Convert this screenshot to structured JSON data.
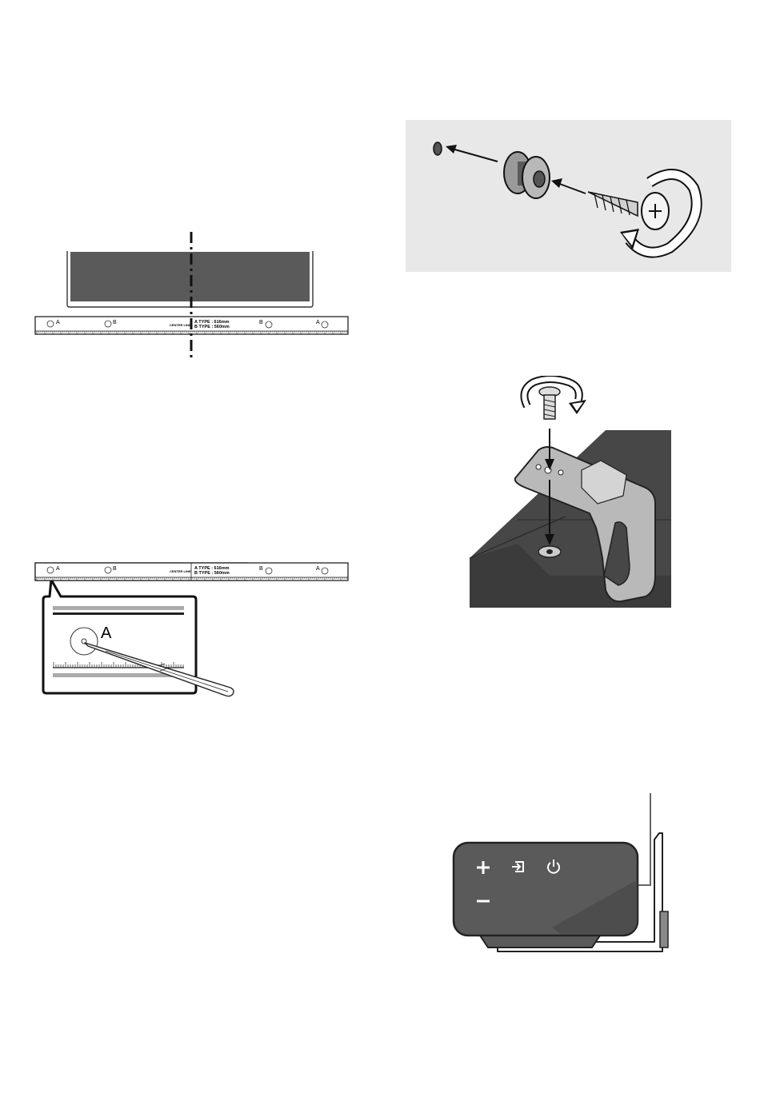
{
  "template": {
    "mark_a": "A",
    "mark_b": "B",
    "center_line": "CENTER LINE",
    "a_type": "A TYPE : 616mm",
    "b_type": "B TYPE : 560mm"
  },
  "zoom": {
    "letter": "A"
  },
  "panel": {
    "buttons": [
      "+",
      "−",
      "input",
      "power"
    ]
  },
  "colors": {
    "tv_body": "#5a5a5a",
    "bracket_gray": "#aeaeae",
    "panel_bg": "#e8e8e8",
    "soundbar": "#474747"
  },
  "icons": [
    "arrow-icon",
    "rotate-icon",
    "screw-icon",
    "input-icon",
    "power-icon",
    "plus-icon",
    "minus-icon",
    "pen-icon"
  ]
}
